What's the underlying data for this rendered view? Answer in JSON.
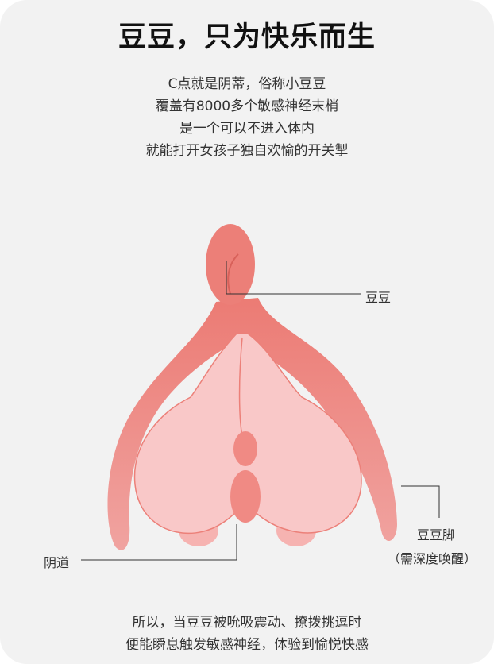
{
  "title": "豆豆，只为快乐而生",
  "intro_lines": [
    "C点就是阴蒂，俗称小豆豆",
    "覆盖有8000多个敏感神经末梢",
    "是一个可以不进入体内",
    "就能打开女孩子独自欢愉的开关掣"
  ],
  "labels": {
    "clitoris": "豆豆",
    "crura": "豆豆脚",
    "crura_note": "（需深度唤醒）",
    "vagina": "阴道"
  },
  "outro_lines": [
    "所以，当豆豆被吮吸震动、撩拨挑逗时",
    "便能瞬息触发敏感神经，体验到愉悦快感"
  ],
  "colors": {
    "dark_pink": "#ec8079",
    "light_pink": "#f9c8c8",
    "background": "#f2f2f2"
  }
}
